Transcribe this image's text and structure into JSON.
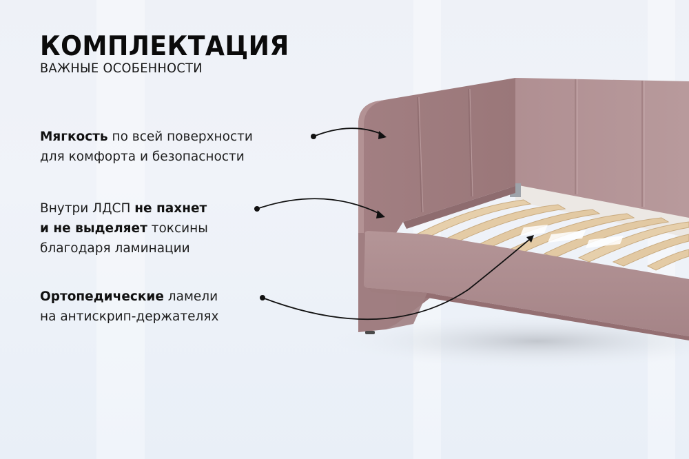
{
  "header": {
    "title": "КОМПЛЕКТАЦИЯ",
    "subtitle": "ВАЖНЫЕ ОСОБЕННОСТИ"
  },
  "features": [
    {
      "line1_bold": "Мягкость",
      "line1_rest": " по всей поверхности",
      "line2": "для комфорта и безопасности",
      "pointer": "arrow-to-headboard"
    },
    {
      "line1_rest": "Внутри ЛДСП ",
      "line1_bold": "не пахнет",
      "line2_bold": "и не выделяет",
      "line2_rest": " токсины",
      "line3": "благодаря ламинации",
      "pointer": "arrow-to-inner-panel"
    },
    {
      "line1_bold": "Ортопедические",
      "line1_rest": " ламели",
      "line2": "на антискрип-держателях",
      "pointer": "arrow-to-slats"
    }
  ],
  "colors": {
    "background": "#eef2f8",
    "upholstery": "#a98588",
    "upholstery_dark": "#93706f",
    "upholstery_light": "#b8999b",
    "slat_wood": "#e2c9a3",
    "text": "#111111",
    "arrow": "#111111"
  },
  "product": {
    "type": "sofa-bed",
    "slat_count": 10
  }
}
